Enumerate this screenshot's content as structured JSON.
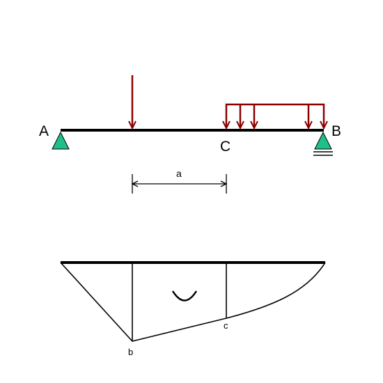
{
  "colors": {
    "load": "#8b0000",
    "support": "#1fbf8c",
    "line": "#000000",
    "background": "#ffffff"
  },
  "beam": {
    "label_left_support": "A",
    "label_right_support": "B",
    "label_point_c": "C"
  },
  "dimension": {
    "label": "a"
  },
  "moment_diagram": {
    "label_b": "b",
    "label_c": "c"
  }
}
